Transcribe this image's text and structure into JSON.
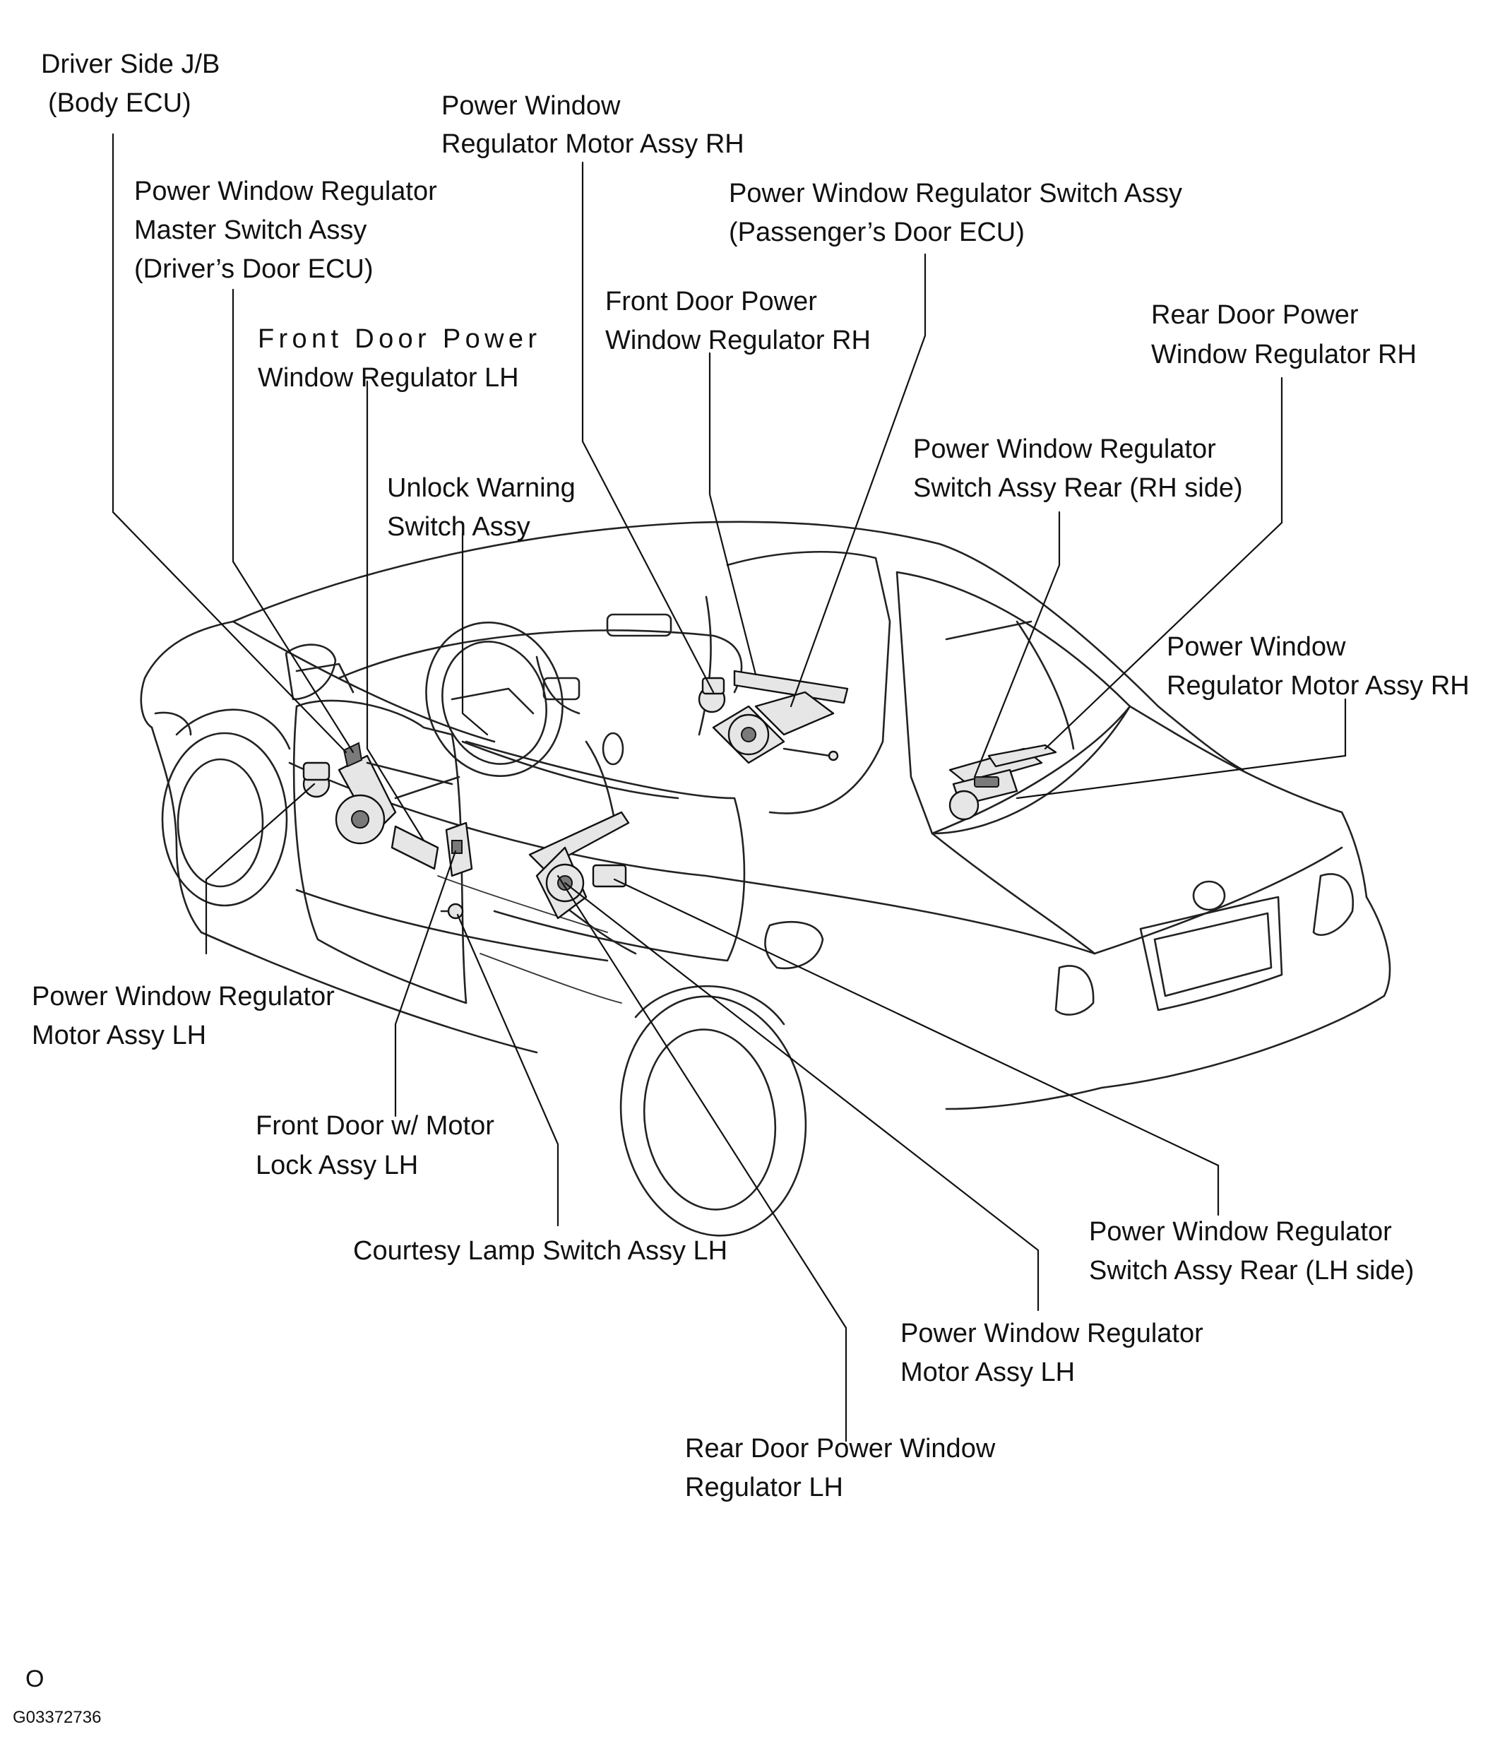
{
  "labels": {
    "driver_jb_l1": "Driver Side J/B",
    "driver_jb_l2": "(Body ECU)",
    "pw_motor_rh_l1": "Power Window",
    "pw_motor_rh_l2": "Regulator Motor Assy RH",
    "master_switch_l1": "Power Window Regulator",
    "master_switch_l2": "Master Switch Assy",
    "master_switch_l3": "(Driver’s Door ECU)",
    "pass_switch_l1": "Power Window Regulator Switch Assy",
    "pass_switch_l2": "(Passenger’s Door ECU)",
    "front_reg_rh_l1": "Front Door Power",
    "front_reg_rh_l2": "Window Regulator RH",
    "rear_reg_rh_l1": "Rear Door Power",
    "rear_reg_rh_l2": "Window Regulator RH",
    "front_reg_lh_l1": "Front Door Power",
    "front_reg_lh_l2": "Window Regulator LH",
    "unlock_warn_l1": "Unlock Warning",
    "unlock_warn_l2": "Switch Assy",
    "switch_rear_rh_l1": "Power Window Regulator",
    "switch_rear_rh_l2": "Switch Assy Rear (RH side)",
    "rear_motor_rh_l1": "Power Window",
    "rear_motor_rh_l2": "Regulator Motor Assy RH",
    "motor_lh_front_l1": "Power Window Regulator",
    "motor_lh_front_l2": "Motor Assy LH",
    "door_lock_lh_l1": "Front Door w/ Motor",
    "door_lock_lh_l2": "Lock Assy LH",
    "courtesy_lamp": "Courtesy Lamp Switch Assy LH",
    "switch_rear_lh_l1": "Power Window Regulator",
    "switch_rear_lh_l2": "Switch Assy Rear (LH side)",
    "rear_motor_lh_l1": "Power Window Regulator",
    "rear_motor_lh_l2": "Motor Assy LH",
    "rear_reg_lh_l1": "Rear Door Power Window",
    "rear_reg_lh_l2": "Regulator LH"
  },
  "footer": {
    "mark": "O",
    "code": "G03372736"
  }
}
